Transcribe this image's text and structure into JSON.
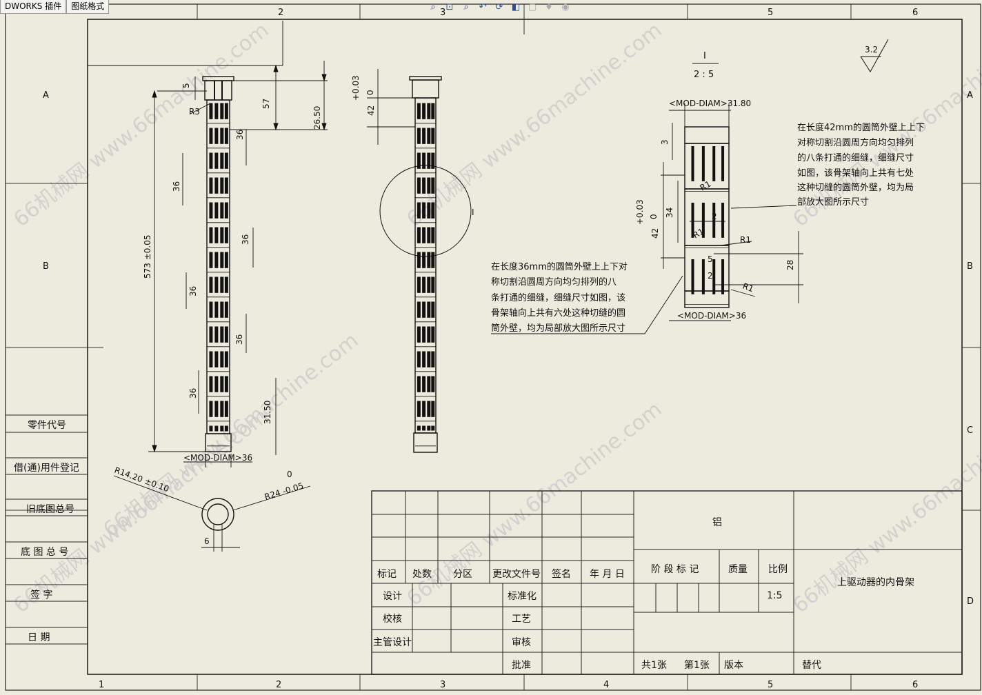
{
  "tabs": [
    "DWORKS 插件",
    "图纸格式"
  ],
  "toolbar": [
    {
      "icon": "zoom-to-fit-icon",
      "glyph": "⌕"
    },
    {
      "icon": "zoom-area-icon",
      "glyph": "⊡"
    },
    {
      "icon": "zoom-in-out-icon",
      "glyph": "⌕"
    },
    {
      "icon": "previous-view-icon",
      "glyph": "↶"
    },
    {
      "icon": "rotate-view-icon",
      "glyph": "⟳"
    },
    {
      "icon": "view-settings-icon",
      "glyph": "◧"
    },
    {
      "icon": "display-style-icon",
      "glyph": "▢"
    },
    {
      "icon": "lights-icon",
      "glyph": "♦"
    },
    {
      "icon": "scene-icon",
      "glyph": "◉"
    }
  ],
  "zones": {
    "columns": [
      "1",
      "2",
      "3",
      "4",
      "5",
      "6"
    ],
    "rows": [
      "A",
      "B",
      "C",
      "D"
    ]
  },
  "left_block": [
    "零件代号",
    "借(通)用件登记",
    "旧底图总号",
    "底 图 总 号",
    "签 字",
    "日 期"
  ],
  "dims": {
    "d5": "5",
    "r3": "R3",
    "d57": "57",
    "d26_50": "26.50",
    "d36": "36",
    "d573": "573 ±0.05",
    "d31_50": "31.50",
    "mod36": "<MOD-DIAM>36",
    "r14": "R14.20 ±0.10",
    "r24": "R24 -0.05",
    "r24_upper": "0",
    "d6": "6",
    "tol_plus": "+0.03",
    "tol_zero": "0",
    "d42": "42",
    "detail_label": "I",
    "detail_scale": "2 : 5",
    "detail_callout": "I",
    "mod31_80": "<MOD-DIAM>31.80",
    "d3": "3",
    "d34": "34",
    "d2": "2",
    "r1": "R1",
    "d28": "28",
    "surface_finish": "3.2"
  },
  "notes": {
    "note_36": [
      "在长度36mm的圆筒外壁上上下对",
      "称切割沿圆周方向均匀排列的八",
      "条打通的细缝，细缝尺寸如图，该",
      "骨架轴向上共有六处这种切缝的圆",
      "筒外壁，均为局部放大图所示尺寸"
    ],
    "note_42": [
      "在长度42mm的圆筒外壁上上下",
      "对称切割沿圆周方向均匀排列",
      "的八条打通的细缝，细缝尺寸",
      "如图，该骨架轴向上共有七处",
      "这种切缝的圆筒外壁，均为局",
      "部放大图所示尺寸"
    ]
  },
  "title_block": {
    "material": "铝",
    "part_name": "上驱动器的内骨架",
    "headers": [
      "标记",
      "处数",
      "分区",
      "更改文件号",
      "签名",
      "年 月 日"
    ],
    "roles": [
      "设计",
      "校核",
      "主管设计"
    ],
    "roles2": [
      "标准化",
      "工艺",
      "审核",
      "批准"
    ],
    "stage": "阶 段 标 记",
    "mass": "质量",
    "ratio": "比例",
    "ratio_value": "1:5",
    "sheets": "共1张",
    "sheet_no": "第1张",
    "version": "版本",
    "replace": "替代"
  },
  "watermark": "66机械网 www.66machine.com"
}
